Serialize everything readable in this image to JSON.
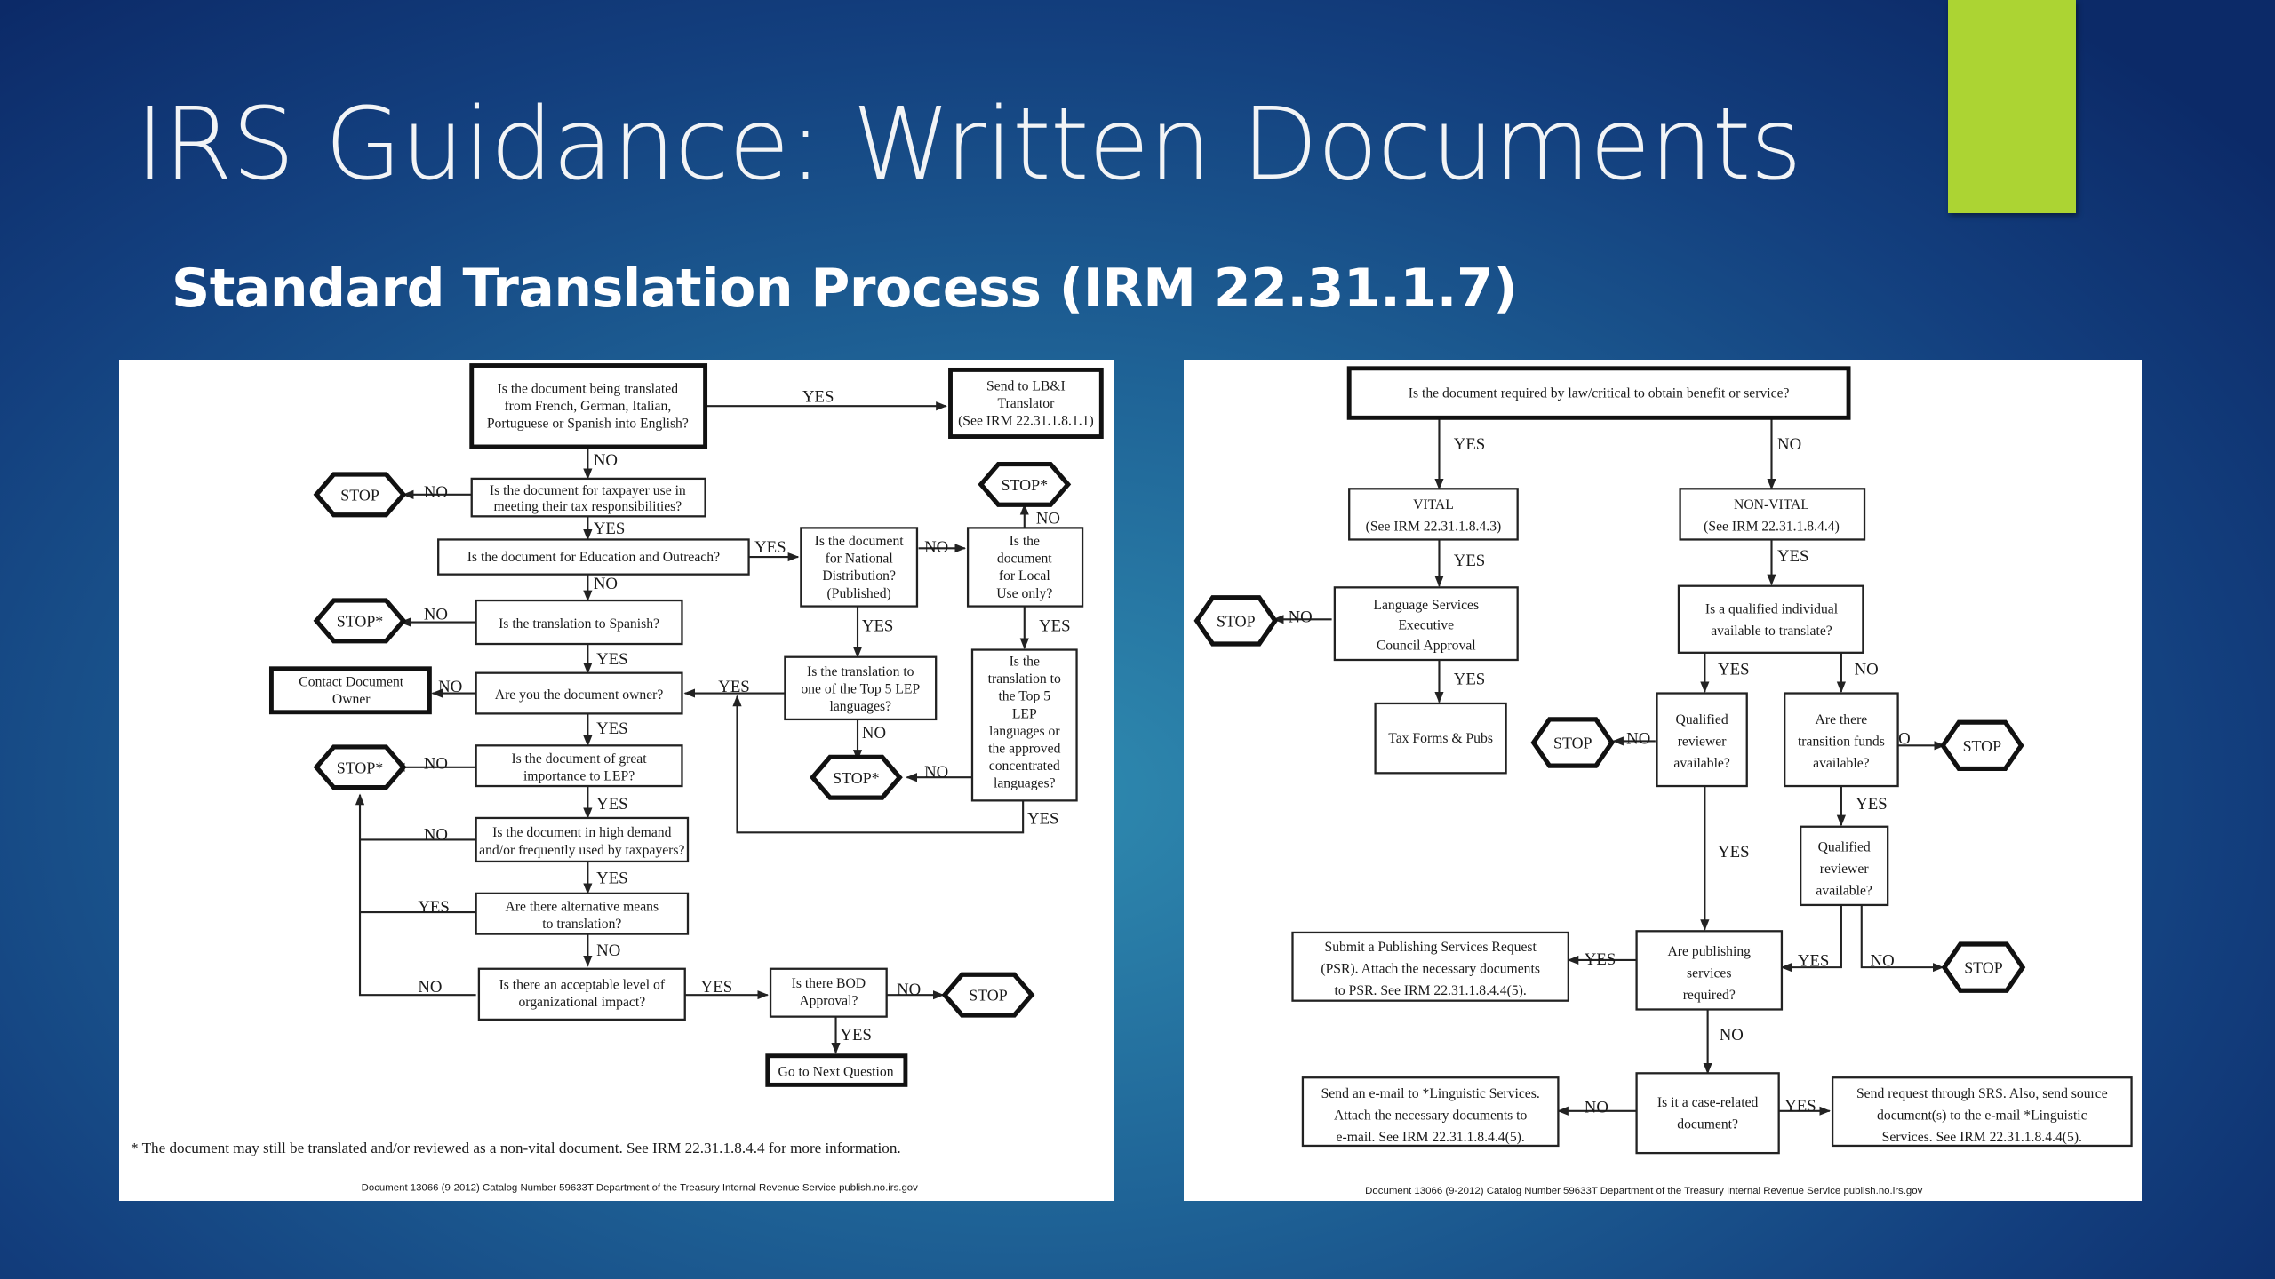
{
  "slide": {
    "title": "IRS Guidance: Written Documents",
    "subtitle": "Standard Translation Process (IRM 22.31.1.7)",
    "accent_color": "#acd433"
  },
  "left_chart": {
    "nodes": {
      "q_translated_into_english": [
        "Is the document being translated",
        "from French, German, Italian,",
        "Portuguese or Spanish into English?"
      ],
      "send_lbi": [
        "Send to LB&I",
        "Translator",
        "(See IRM 22.31.1.8.1.1)"
      ],
      "q_taxpayer_use": [
        "Is the document for taxpayer use in",
        "meeting their tax responsibilities?"
      ],
      "q_education_outreach": [
        "Is the document for Education and Outreach?"
      ],
      "q_national_distribution": [
        "Is the document",
        "for National",
        "Distribution?",
        "(Published)"
      ],
      "q_local_use": [
        "Is the",
        "document",
        "for Local",
        "Use only?"
      ],
      "q_spanish": [
        "Is the translation to Spanish?"
      ],
      "q_top5_lep": [
        "Is the translation to",
        "one of the Top 5 LEP",
        "languages?"
      ],
      "q_top5_or_concentrated": [
        "Is the",
        "translation to",
        "the Top 5",
        "LEP",
        "languages or",
        "the approved",
        "concentrated",
        "languages?"
      ],
      "contact_owner": [
        "Contact Document",
        "Owner"
      ],
      "q_document_owner": [
        "Are you the document owner?"
      ],
      "q_great_importance": [
        "Is the document of great",
        "importance to LEP?"
      ],
      "q_high_demand": [
        "Is the document in high demand",
        "and/or frequently used by taxpayers?"
      ],
      "q_alternative_means": [
        "Are there alternative means",
        "to translation?"
      ],
      "q_org_impact": [
        "Is there an acceptable level of",
        "organizational impact?"
      ],
      "q_bod_approval": [
        "Is there BOD",
        "Approval?"
      ],
      "go_next": [
        "Go to Next Question"
      ]
    },
    "stops": {
      "stop_1": "STOP",
      "stop_2": "STOP*",
      "stop_3": "STOP*",
      "stop_4": "STOP*",
      "stop_5": "STOP*",
      "stop_6": "STOP"
    },
    "edge_labels": {
      "yes": "YES",
      "no": "NO"
    },
    "footnote": "* The document may still be translated and/or reviewed as a non-vital document. See IRM 22.31.1.8.4.4 for more information.",
    "doc_info": "Document 13066 (9-2012)  Catalog Number 59633T  Department of the Treasury  Internal Revenue Service  publish.no.irs.gov"
  },
  "right_chart": {
    "nodes": {
      "q_required_by_law": [
        "Is the document required by law/critical to obtain benefit or service?"
      ],
      "vital": [
        "VITAL",
        "(See IRM 22.31.1.8.4.3)"
      ],
      "non_vital": [
        "NON-VITAL",
        "(See IRM 22.31.1.8.4.4)"
      ],
      "ls_council": [
        "Language Services",
        "Executive",
        "Council Approval"
      ],
      "tax_forms": [
        "Tax Forms & Pubs"
      ],
      "q_qualified_individual": [
        "Is a qualified individual",
        "available to translate?"
      ],
      "q_reviewer_1": [
        "Qualified",
        "reviewer",
        "available?"
      ],
      "q_transition_funds": [
        "Are there",
        "transition funds",
        "available?"
      ],
      "q_reviewer_2": [
        "Qualified",
        "reviewer",
        "available?"
      ],
      "submit_psr": [
        "Submit a Publishing Services Request",
        "(PSR). Attach the necessary documents",
        "to PSR. See IRM 22.31.1.8.4.4(5)."
      ],
      "q_publishing": [
        "Are publishing",
        "services",
        "required?"
      ],
      "send_email": [
        "Send an e-mail to *Linguistic Services.",
        "Attach the necessary documents to",
        "e-mail. See IRM 22.31.1.8.4.4(5)."
      ],
      "q_case_related": [
        "Is it a case-related",
        "document?"
      ],
      "send_srs": [
        "Send request through SRS. Also, send source",
        "document(s) to the e-mail  *Linguistic",
        "Services. See IRM 22.31.1.8.4.4(5)."
      ]
    },
    "stops": {
      "stop_1": "STOP",
      "stop_2": "STOP",
      "stop_3": "STOP",
      "stop_4": "STOP"
    },
    "edge_labels": {
      "yes": "YES",
      "no": "NO"
    },
    "doc_info": "Document 13066 (9-2012)  Catalog Number 59633T  Department of the Treasury  Internal Revenue Service  publish.no.irs.gov"
  }
}
